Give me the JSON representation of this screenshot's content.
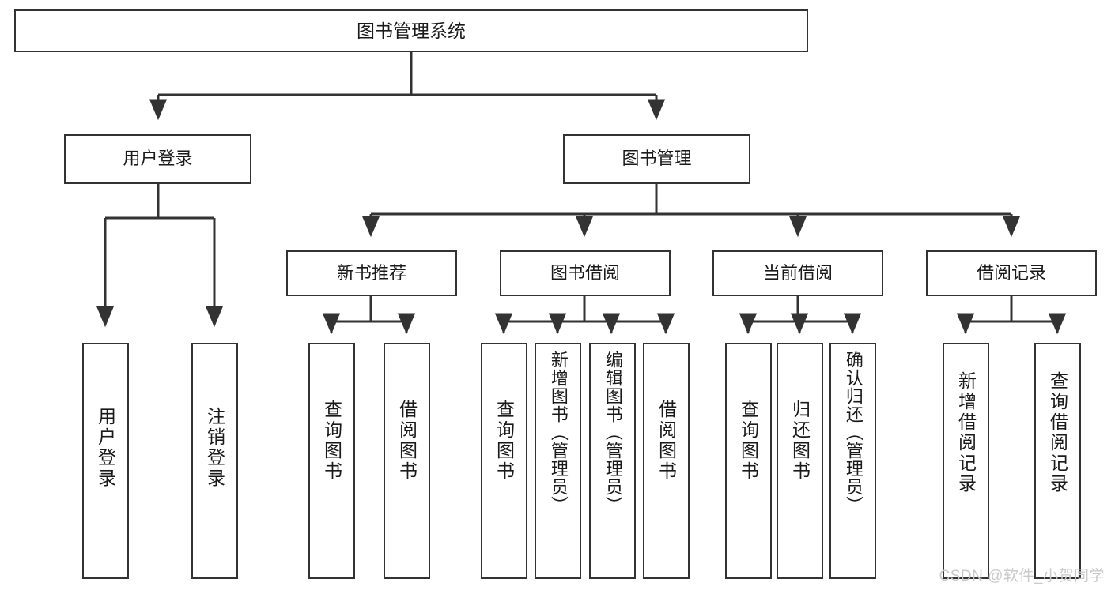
{
  "diagram": {
    "title": "图书管理系统",
    "type": "tree",
    "stroke_color": "#333333",
    "text_color": "#1a1a1a",
    "background_color": "#ffffff",
    "root": {
      "id": "root",
      "label": "图书管理系统",
      "level": 1
    },
    "level2": [
      {
        "id": "user-login",
        "label": "用户登录",
        "level": 2
      },
      {
        "id": "book-management",
        "label": "图书管理",
        "level": 2
      }
    ],
    "level3": [
      {
        "id": "new-book-recommend",
        "label": "新书推荐",
        "level": 3,
        "parent": "book-management"
      },
      {
        "id": "book-borrow",
        "label": "图书借阅",
        "level": 3,
        "parent": "book-management"
      },
      {
        "id": "current-borrow",
        "label": "当前借阅",
        "level": 3,
        "parent": "book-management"
      },
      {
        "id": "borrow-record",
        "label": "借阅记录",
        "level": 3,
        "parent": "book-management"
      }
    ],
    "leaves": [
      {
        "id": "leaf-user-login",
        "label": "用户登录",
        "parent": "user-login"
      },
      {
        "id": "leaf-logout-login",
        "label": "注销登录",
        "parent": "user-login"
      },
      {
        "id": "leaf-query-book-1",
        "label": "查询图书",
        "parent": "new-book-recommend"
      },
      {
        "id": "leaf-borrow-book-1",
        "label": "借阅图书",
        "parent": "new-book-recommend"
      },
      {
        "id": "leaf-query-book-2",
        "label": "查询图书",
        "parent": "book-borrow"
      },
      {
        "id": "leaf-add-book",
        "label": "新增图书（管理员）",
        "parent": "book-borrow"
      },
      {
        "id": "leaf-edit-book",
        "label": "编辑图书（管理员）",
        "parent": "book-borrow"
      },
      {
        "id": "leaf-borrow-book-2",
        "label": "借阅图书",
        "parent": "book-borrow"
      },
      {
        "id": "leaf-query-book-3",
        "label": "查询图书",
        "parent": "current-borrow"
      },
      {
        "id": "leaf-return-book",
        "label": "归还图书",
        "parent": "current-borrow"
      },
      {
        "id": "leaf-confirm-return",
        "label": "确认归还（管理员）",
        "parent": "current-borrow"
      },
      {
        "id": "leaf-add-record",
        "label": "新增借阅记录",
        "parent": "borrow-record"
      },
      {
        "id": "leaf-query-record",
        "label": "查询借阅记录",
        "parent": "borrow-record"
      }
    ]
  },
  "watermark": {
    "text": "CSDN @软件_小贺同学"
  }
}
